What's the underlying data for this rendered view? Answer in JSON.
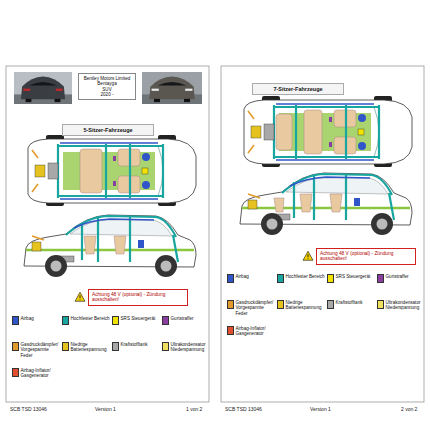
{
  "diagram": {
    "nodes": [
      {
        "text": [
          "Bentley Motors Limited",
          "Bentayga",
          "SUV",
          "2020 -"
        ]
      },
      {
        "text": [
          "5-Sitzer-Fahrzeuge"
        ]
      },
      {
        "text": [
          "Achtung 48 V (optional) - Zündung ausschalten!"
        ]
      },
      {
        "text": [
          "7-Sitzer-Fahrzeuge"
        ]
      },
      {
        "text": [
          "Achtung 48 V (optional) - Zündung ausschalten!"
        ]
      }
    ],
    "labels": [
      "SCB TSD 13046",
      "Version 1",
      "1 von 2",
      "SCB TSD 13046",
      "Version 1",
      "2 von 2"
    ],
    "legend": [
      {
        "text": "Airbag",
        "color": "#2f55c8"
      },
      {
        "text": "Hochfester Bereich",
        "color": "#1aa6a0"
      },
      {
        "text": "SRS Steuergerät",
        "color": "#f2e200"
      },
      {
        "text": "Gurtstraffer",
        "color": "#8a3fa0"
      },
      {
        "text": "Gasdruckdämpfer/ Vorgespannte Feder",
        "color": "#e39a2c"
      },
      {
        "text": "Niedrige Batteriespannung",
        "color": "#e6c21e"
      },
      {
        "text": "Kraftstofftank",
        "color": "#a8a8a8"
      },
      {
        "text": "Ultrakondensator Niederspannung",
        "color": "#f0e060"
      },
      {
        "text": "Airbag-Inflator/ Gasgenerator",
        "color": "#e05030"
      },
      {
        "text": "Airbag",
        "color": "#2f55c8"
      },
      {
        "text": "Hochfester Bereich",
        "color": "#1aa6a0"
      },
      {
        "text": "SRS Steuergerät",
        "color": "#f2e200"
      },
      {
        "text": "Gurtstraffer",
        "color": "#8a3fa0"
      },
      {
        "text": "Gasdruckdämpfer/ Vorgespannte Feder",
        "color": "#e39a2c"
      },
      {
        "text": "Niedrige Batteriespannung",
        "color": "#e6c21e"
      },
      {
        "text": "Kraftstofftank",
        "color": "#a8a8a8"
      },
      {
        "text": "Ultrakondensator Niederspannung",
        "color": "#f0e060"
      },
      {
        "text": "Airbag-Inflator/ Gasgenerator",
        "color": "#e05030"
      }
    ]
  }
}
